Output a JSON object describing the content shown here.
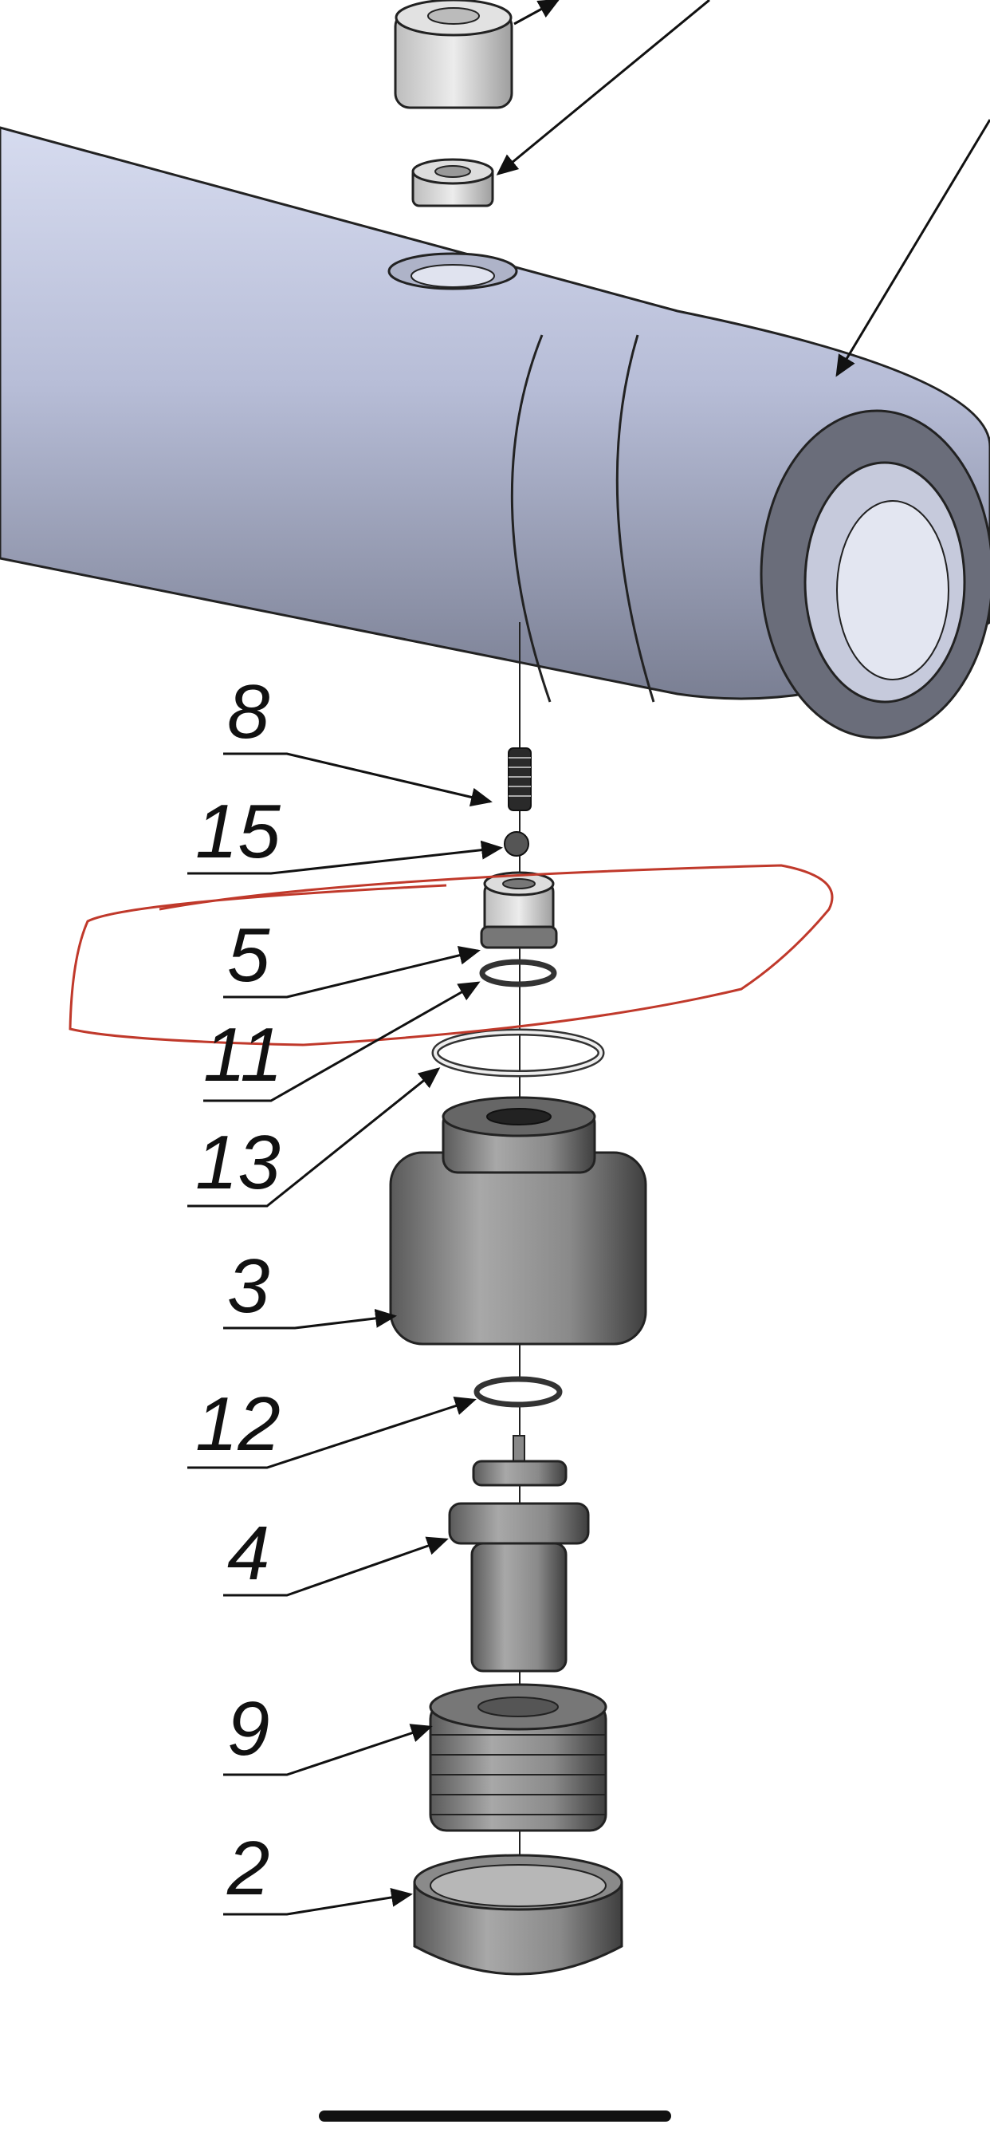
{
  "diagram": {
    "callouts": [
      {
        "id": "8",
        "label": "8"
      },
      {
        "id": "15",
        "label": "15"
      },
      {
        "id": "5",
        "label": "5"
      },
      {
        "id": "11",
        "label": "11"
      },
      {
        "id": "13",
        "label": "13"
      },
      {
        "id": "3",
        "label": "3"
      },
      {
        "id": "12",
        "label": "12"
      },
      {
        "id": "4",
        "label": "4"
      },
      {
        "id": "9",
        "label": "9"
      },
      {
        "id": "2",
        "label": "2"
      }
    ]
  },
  "colors": {
    "tube": "#b9bfd6",
    "part_dark": "#6f6f6f",
    "part_light": "#c9c9c9",
    "highlight_loop": "#c0392b",
    "ink": "#111111",
    "home_indicator": "#111111"
  },
  "icons": {
    "home": "home-indicator-icon"
  }
}
